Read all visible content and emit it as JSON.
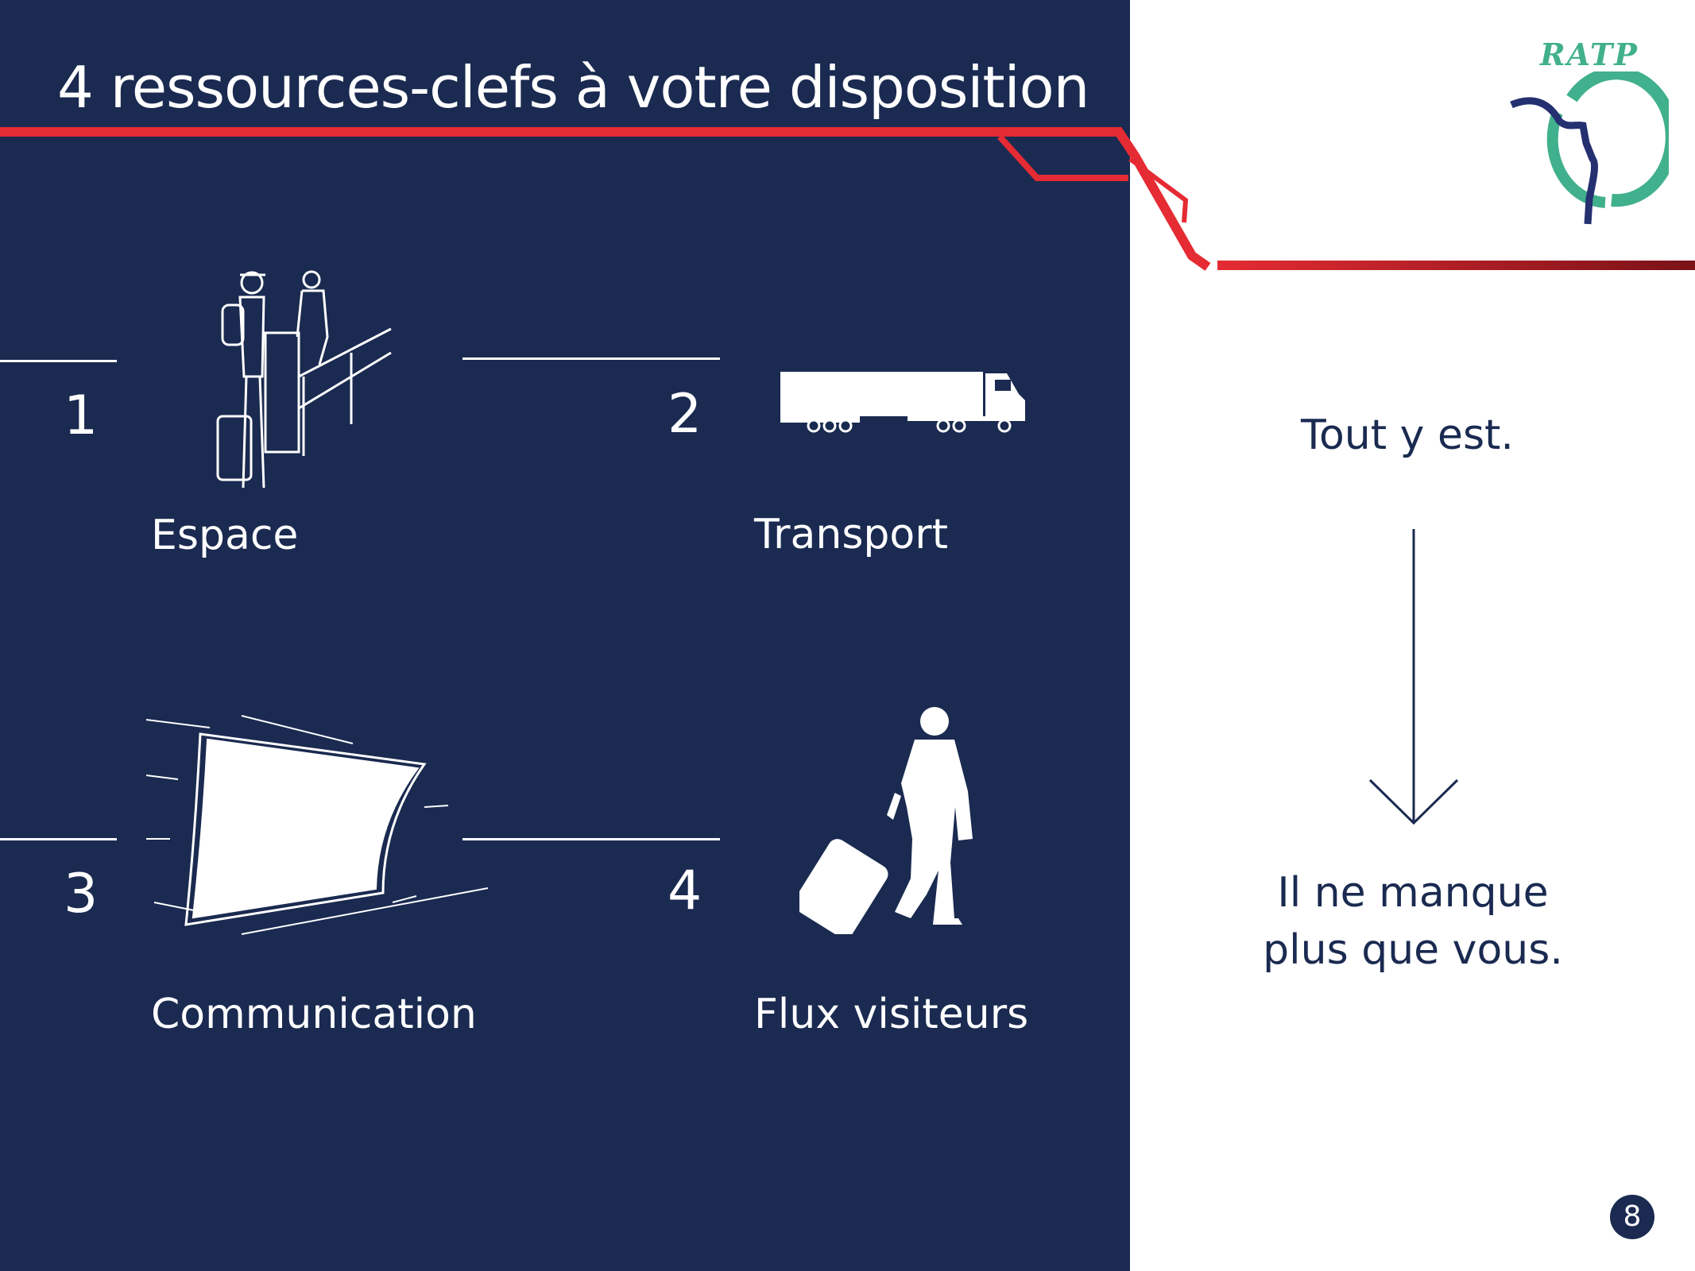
{
  "title": "4 ressources-clefs à votre disposition",
  "resources": [
    {
      "number": "1",
      "label": "Espace",
      "icon": "reception-desk-icon"
    },
    {
      "number": "2",
      "label": "Transport",
      "icon": "truck-icon"
    },
    {
      "number": "3",
      "label": "Communication",
      "icon": "billboard-icon"
    },
    {
      "number": "4",
      "label": "Flux visiteurs",
      "icon": "traveler-icon"
    }
  ],
  "side": {
    "tagline": "Tout y est.",
    "closing_line1": "Il ne manque",
    "closing_line2": "plus que vous."
  },
  "logo": {
    "text": "RATP"
  },
  "page_number": "8",
  "colors": {
    "navy": "#1a2a50",
    "red": "#e52b33",
    "green": "#41b08c"
  }
}
